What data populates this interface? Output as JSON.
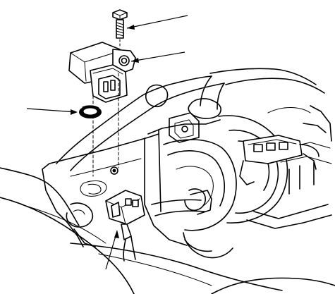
{
  "diagram": {
    "style": "line-art",
    "ink_color": "#000000",
    "paper_color": "#ffffff",
    "callouts": [
      {
        "id": "bolt",
        "icon": "bolt-icon"
      },
      {
        "id": "sensor",
        "icon": "map-sensor-icon"
      },
      {
        "id": "o-ring",
        "icon": "o-ring-icon"
      },
      {
        "id": "connector",
        "icon": "electrical-connector-icon"
      }
    ]
  }
}
